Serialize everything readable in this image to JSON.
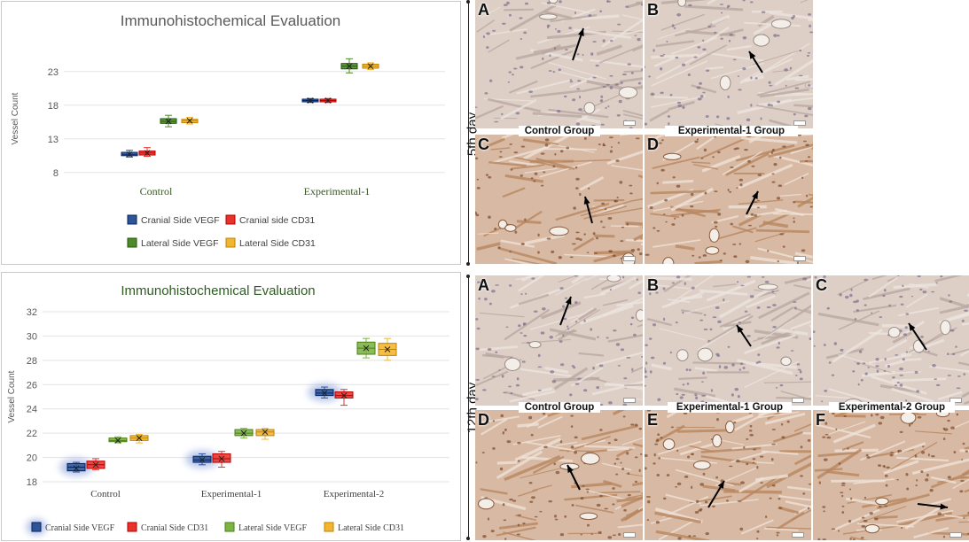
{
  "chart_data": [
    {
      "type": "box",
      "title": "Immunohistochemical Evaluation",
      "xlabel": "",
      "ylabel": "Vessel Count",
      "ylim": [
        6,
        26
      ],
      "yticks": [
        8,
        13,
        18,
        23
      ],
      "categories": [
        "Control",
        "Experimental-1"
      ],
      "grid": true,
      "legend_position": "bottom",
      "series": [
        {
          "name": "Cranial Side VEGF",
          "color": "#2f5597",
          "boxes": [
            {
              "min": 10.3,
              "q1": 10.5,
              "median": 10.7,
              "q3": 11.0,
              "max": 11.3,
              "mean": 10.7
            },
            {
              "min": 18.4,
              "q1": 18.5,
              "median": 18.7,
              "q3": 18.9,
              "max": 19.0,
              "mean": 18.7
            }
          ]
        },
        {
          "name": "Cranial side CD31",
          "color": "#e8322b",
          "boxes": [
            {
              "min": 10.4,
              "q1": 10.6,
              "median": 10.9,
              "q3": 11.2,
              "max": 11.7,
              "mean": 10.9
            },
            {
              "min": 18.4,
              "q1": 18.5,
              "median": 18.7,
              "q3": 18.9,
              "max": 19.0,
              "mean": 18.7
            }
          ]
        },
        {
          "name": "Lateral Side VEGF",
          "color": "#4e8a2a",
          "boxes": [
            {
              "min": 14.8,
              "q1": 15.3,
              "median": 15.6,
              "q3": 16.0,
              "max": 16.5,
              "mean": 15.6
            },
            {
              "min": 22.8,
              "q1": 23.4,
              "median": 23.8,
              "q3": 24.2,
              "max": 24.9,
              "mean": 23.8
            }
          ]
        },
        {
          "name": "Lateral Side CD31",
          "color": "#f2b531",
          "boxes": [
            {
              "min": 15.2,
              "q1": 15.4,
              "median": 15.7,
              "q3": 15.9,
              "max": 16.2,
              "mean": 15.7
            },
            {
              "min": 23.3,
              "q1": 23.5,
              "median": 23.8,
              "q3": 24.1,
              "max": 24.3,
              "mean": 23.8
            }
          ]
        }
      ]
    },
    {
      "type": "box",
      "title": "Immunohistochemical Evaluation",
      "xlabel": "",
      "ylabel": "Vessel Count",
      "ylim": [
        18,
        32
      ],
      "yticks": [
        18,
        20,
        22,
        24,
        26,
        28,
        30,
        32
      ],
      "categories": [
        "Control",
        "Experimental-1",
        "Experimental-2"
      ],
      "grid": true,
      "legend_position": "bottom",
      "series": [
        {
          "name": "Cranial Side VEGF",
          "color": "#2f5597",
          "boxes": [
            {
              "min": 18.8,
              "q1": 18.9,
              "median": 19.2,
              "q3": 19.5,
              "max": 19.6,
              "mean": 19.1
            },
            {
              "min": 19.4,
              "q1": 19.6,
              "median": 19.8,
              "q3": 20.1,
              "max": 20.3,
              "mean": 19.8
            },
            {
              "min": 24.9,
              "q1": 25.1,
              "median": 25.3,
              "q3": 25.6,
              "max": 25.8,
              "mean": 25.3
            }
          ]
        },
        {
          "name": "Cranial Side CD31",
          "color": "#e8322b",
          "boxes": [
            {
              "min": 19.0,
              "q1": 19.1,
              "median": 19.4,
              "q3": 19.7,
              "max": 19.9,
              "mean": 19.4
            },
            {
              "min": 19.2,
              "q1": 19.6,
              "median": 19.9,
              "q3": 20.3,
              "max": 20.5,
              "mean": 19.9
            },
            {
              "min": 24.3,
              "q1": 24.9,
              "median": 25.1,
              "q3": 25.4,
              "max": 25.6,
              "mean": 25.1
            }
          ]
        },
        {
          "name": "Lateral Side VEGF",
          "color": "#7cb342",
          "boxes": [
            {
              "min": 21.2,
              "q1": 21.3,
              "median": 21.4,
              "q3": 21.6,
              "max": 21.7,
              "mean": 21.4
            },
            {
              "min": 21.6,
              "q1": 21.8,
              "median": 22.0,
              "q3": 22.3,
              "max": 22.4,
              "mean": 22.0
            },
            {
              "min": 28.2,
              "q1": 28.5,
              "median": 29.0,
              "q3": 29.5,
              "max": 29.8,
              "mean": 29.0
            }
          ]
        },
        {
          "name": "Lateral Side CD31",
          "color": "#f2b531",
          "boxes": [
            {
              "min": 21.2,
              "q1": 21.4,
              "median": 21.6,
              "q3": 21.8,
              "max": 21.9,
              "mean": 21.6
            },
            {
              "min": 21.5,
              "q1": 21.8,
              "median": 22.1,
              "q3": 22.3,
              "max": 22.4,
              "mean": 22.1
            },
            {
              "min": 28.0,
              "q1": 28.4,
              "median": 28.9,
              "q3": 29.4,
              "max": 29.8,
              "mean": 28.9
            }
          ]
        }
      ]
    }
  ],
  "figure": {
    "day5_label": "5th day",
    "day12_label": "12th day",
    "day5_panels": [
      {
        "letter": "A",
        "caption": "Control Group"
      },
      {
        "letter": "B",
        "caption": "Experimental-1 Group"
      },
      {
        "letter": "C",
        "caption": ""
      },
      {
        "letter": "D",
        "caption": ""
      }
    ],
    "day12_panels": [
      {
        "letter": "A",
        "caption": "Control Group"
      },
      {
        "letter": "B",
        "caption": "Experimental-1 Group"
      },
      {
        "letter": "C",
        "caption": "Experimental-2 Group"
      },
      {
        "letter": "D",
        "caption": ""
      },
      {
        "letter": "E",
        "caption": ""
      },
      {
        "letter": "F",
        "caption": ""
      }
    ]
  }
}
